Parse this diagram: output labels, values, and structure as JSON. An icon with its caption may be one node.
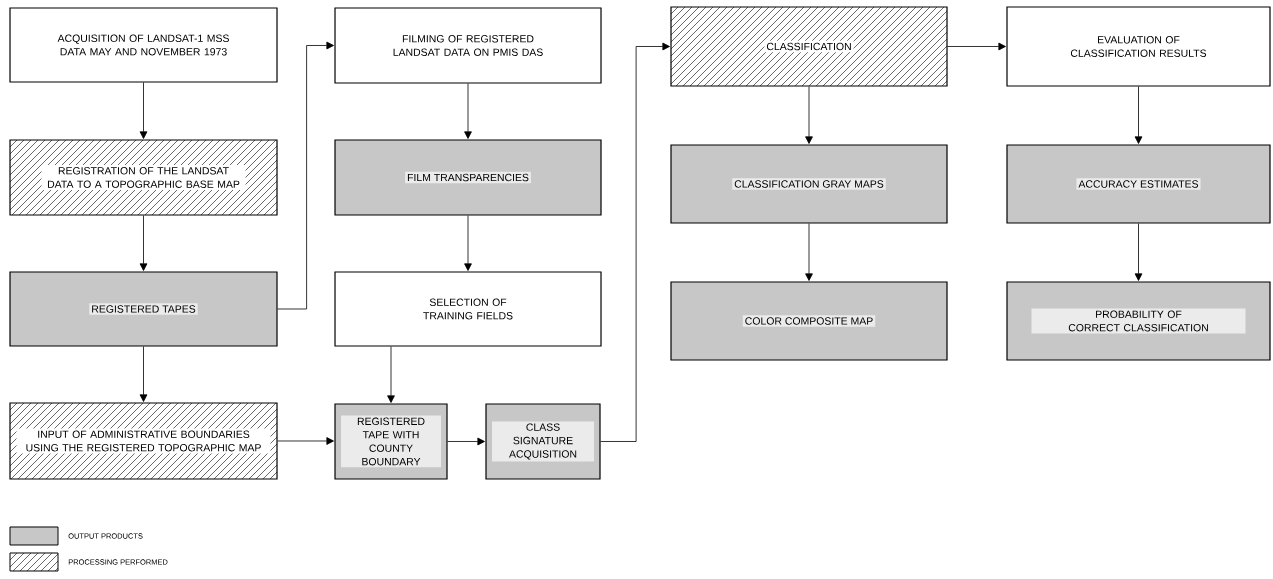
{
  "diagram": {
    "nodes": [
      {
        "text": [
          "ACQUISITION OF LANDSAT-1 MSS DATA MAY AND NOVEMBER 1973"
        ]
      },
      {
        "text": [
          "REGISTRATION OF THE LANDSAT DATA TO A TOPOGRAPHIC BASE MAP"
        ]
      },
      {
        "text": [
          "REGISTERED TAPES"
        ]
      },
      {
        "text": [
          "INPUT OF ADMINISTRATIVE BOUNDARIES USING THE REGISTERED TOPOGRAPHIC MAP"
        ]
      },
      {
        "text": [
          "FILMING OF REGISTERED LANDSAT DATA ON PMIS DAS"
        ]
      },
      {
        "text": [
          "FILM TRANSPARENCIES"
        ]
      },
      {
        "text": [
          "SELECTION OF TRAINING FIELDS"
        ]
      },
      {
        "text": [
          "REGISTERED TAPE WITH COUNTY BOUNDARY"
        ]
      },
      {
        "text": [
          "CLASS SIGNATURE ACQUISITION"
        ]
      },
      {
        "text": [
          "CLASSIFICATION"
        ]
      },
      {
        "text": [
          "CLASSIFICATION GRAY MAPS"
        ]
      },
      {
        "text": [
          "COLOR COMPOSITE MAP"
        ]
      },
      {
        "text": [
          "EVALUATION OF CLASSIFICATION RESULTS"
        ]
      },
      {
        "text": [
          "ACCURACY ESTIMATES"
        ]
      },
      {
        "text": [
          "PROBABILITY OF CORRECT CLASSIFICATION"
        ]
      }
    ],
    "edges": [
      {
        "from": 0,
        "to": 1,
        "arrow": "to"
      },
      {
        "from": 1,
        "to": 2,
        "arrow": "to"
      },
      {
        "from": 2,
        "to": 3,
        "arrow": "to"
      },
      {
        "from": 2,
        "to": 4,
        "arrow": "to"
      },
      {
        "from": 4,
        "to": 5,
        "arrow": "to"
      },
      {
        "from": 5,
        "to": 6,
        "arrow": "to"
      },
      {
        "from": 6,
        "to": 7,
        "arrow": "to"
      },
      {
        "from": 3,
        "to": 7,
        "arrow": "to"
      },
      {
        "from": 7,
        "to": 8,
        "arrow": "to"
      },
      {
        "from": 8,
        "to": 9,
        "arrow": "to"
      },
      {
        "from": 9,
        "to": 12,
        "arrow": "to"
      },
      {
        "from": 9,
        "to": 10,
        "arrow": "to"
      },
      {
        "from": 10,
        "to": 11,
        "arrow": "to"
      },
      {
        "from": 12,
        "to": 13,
        "arrow": "to"
      },
      {
        "from": 13,
        "to": 14,
        "arrow": "to"
      }
    ],
    "legend": [
      {
        "text": "OUTPUT PRODUCTS"
      },
      {
        "text": "PROCESSING PERFORMED"
      }
    ]
  }
}
